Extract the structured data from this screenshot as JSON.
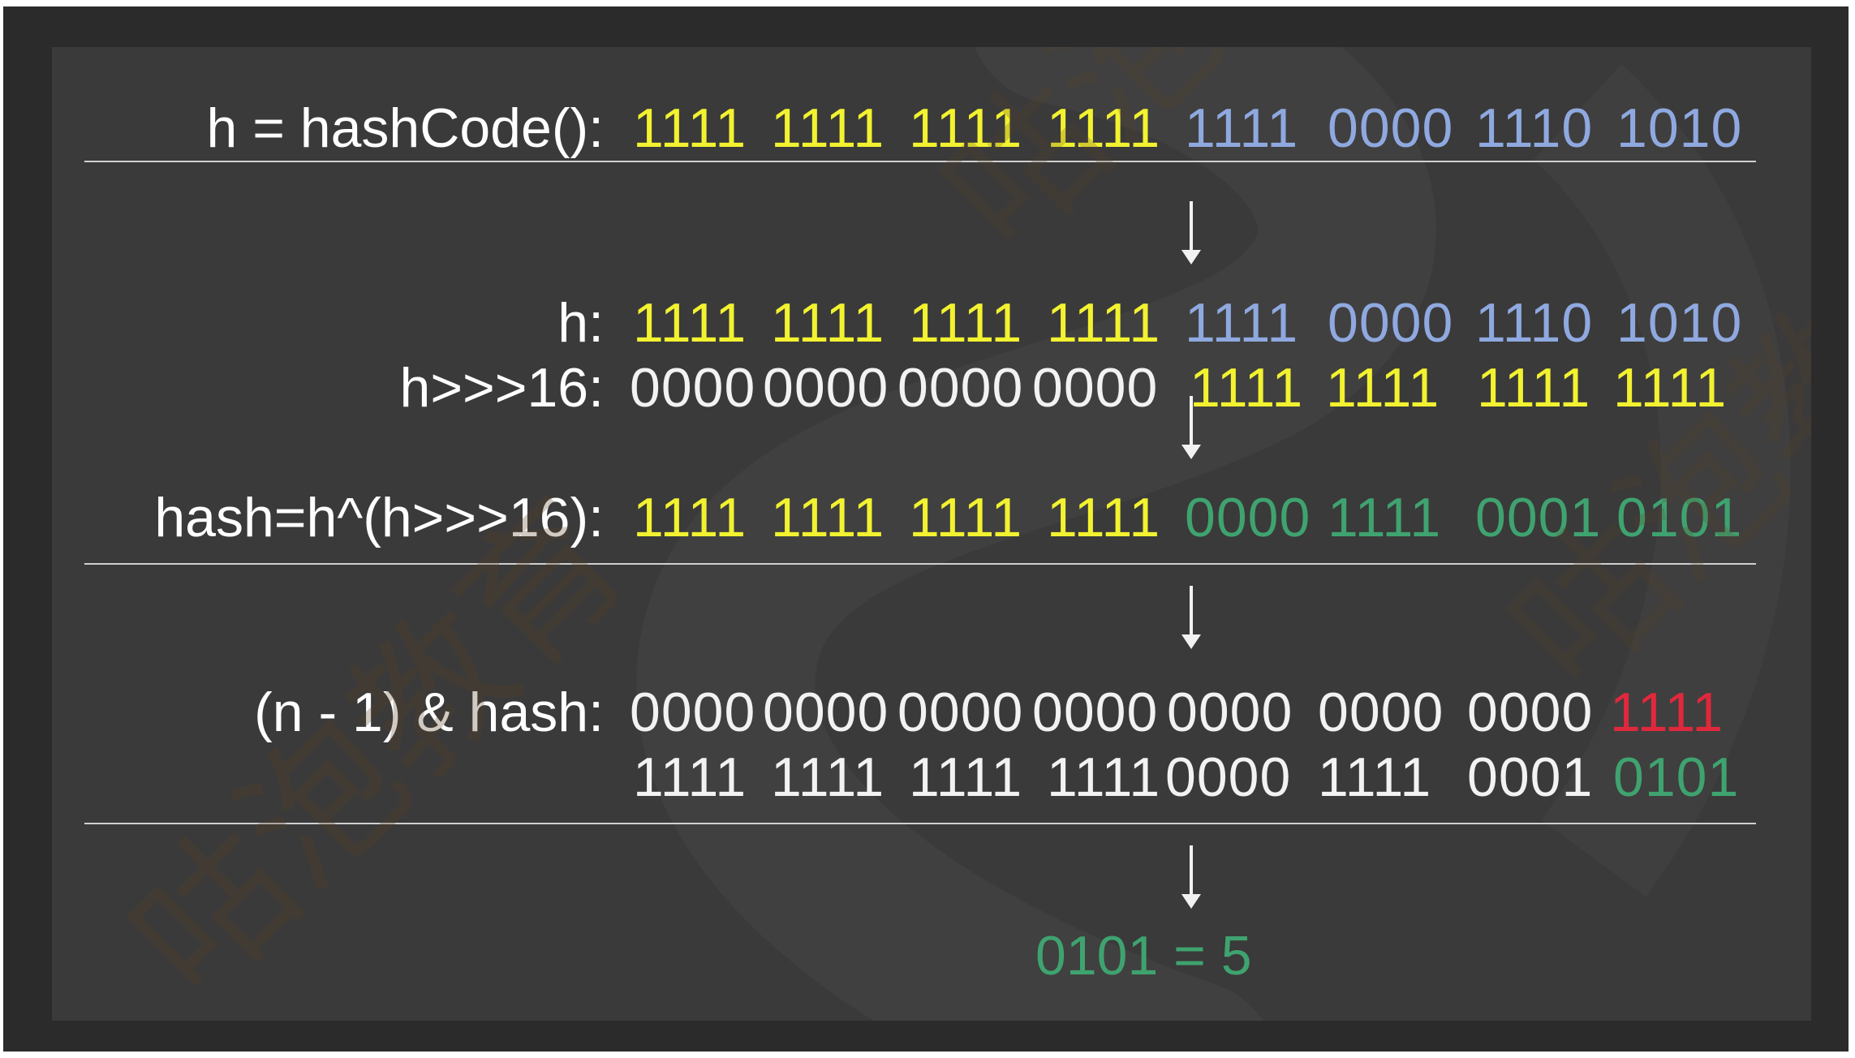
{
  "colors": {
    "background": "#3a3a3a",
    "frame": "#2b2b2b",
    "text": "#f2f2f2",
    "high_bits": "#f2f230",
    "low_bits": "#8fa9e0",
    "xor_result": "#3fa36f",
    "mask": "#e0283c"
  },
  "rows": [
    {
      "label": "h = hashCode():",
      "groups": [
        {
          "text": "1111",
          "color": "yellow"
        },
        {
          "text": "1111",
          "color": "yellow"
        },
        {
          "text": "1111",
          "color": "yellow"
        },
        {
          "text": "1111",
          "color": "yellow"
        },
        {
          "text": "1111",
          "color": "blue"
        },
        {
          "text": "0000",
          "color": "blue"
        },
        {
          "text": "1110",
          "color": "blue"
        },
        {
          "text": "1010",
          "color": "blue"
        }
      ]
    },
    {
      "label": "h:",
      "groups": [
        {
          "text": "1111",
          "color": "yellow"
        },
        {
          "text": "1111",
          "color": "yellow"
        },
        {
          "text": "1111",
          "color": "yellow"
        },
        {
          "text": "1111",
          "color": "yellow"
        },
        {
          "text": "1111",
          "color": "blue"
        },
        {
          "text": "0000",
          "color": "blue"
        },
        {
          "text": "1110",
          "color": "blue"
        },
        {
          "text": "1010",
          "color": "blue"
        }
      ]
    },
    {
      "label": "h>>>16:",
      "groups": [
        {
          "text": "0000",
          "color": "white"
        },
        {
          "text": "0000",
          "color": "white"
        },
        {
          "text": "0000",
          "color": "white"
        },
        {
          "text": "0000",
          "color": "white"
        },
        {
          "text": "1111",
          "color": "yellow"
        },
        {
          "text": "1111",
          "color": "yellow"
        },
        {
          "text": "1111",
          "color": "yellow"
        },
        {
          "text": "1111",
          "color": "yellow"
        }
      ]
    },
    {
      "label": "hash=h^(h>>>16):",
      "groups": [
        {
          "text": "1111",
          "color": "yellow"
        },
        {
          "text": "1111",
          "color": "yellow"
        },
        {
          "text": "1111",
          "color": "yellow"
        },
        {
          "text": "1111",
          "color": "yellow"
        },
        {
          "text": "0000",
          "color": "green"
        },
        {
          "text": "1111",
          "color": "green"
        },
        {
          "text": "0001",
          "color": "green"
        },
        {
          "text": "0101",
          "color": "green"
        }
      ]
    },
    {
      "label": "(n - 1) & hash:",
      "groups": [
        {
          "text": "0000",
          "color": "white"
        },
        {
          "text": "0000",
          "color": "white"
        },
        {
          "text": "0000",
          "color": "white"
        },
        {
          "text": "0000",
          "color": "white"
        },
        {
          "text": "0000",
          "color": "white"
        },
        {
          "text": "0000",
          "color": "white"
        },
        {
          "text": "0000",
          "color": "white"
        },
        {
          "text": "1111",
          "color": "red"
        }
      ]
    },
    {
      "label": "",
      "groups": [
        {
          "text": "1111",
          "color": "white"
        },
        {
          "text": "1111",
          "color": "white"
        },
        {
          "text": "1111",
          "color": "white"
        },
        {
          "text": "1111",
          "color": "white"
        },
        {
          "text": "0000",
          "color": "white"
        },
        {
          "text": "1111",
          "color": "white"
        },
        {
          "text": "0001",
          "color": "white"
        },
        {
          "text": "0101",
          "color": "green"
        }
      ]
    }
  ],
  "result": "0101 = 5",
  "watermark": "咕泡教育"
}
